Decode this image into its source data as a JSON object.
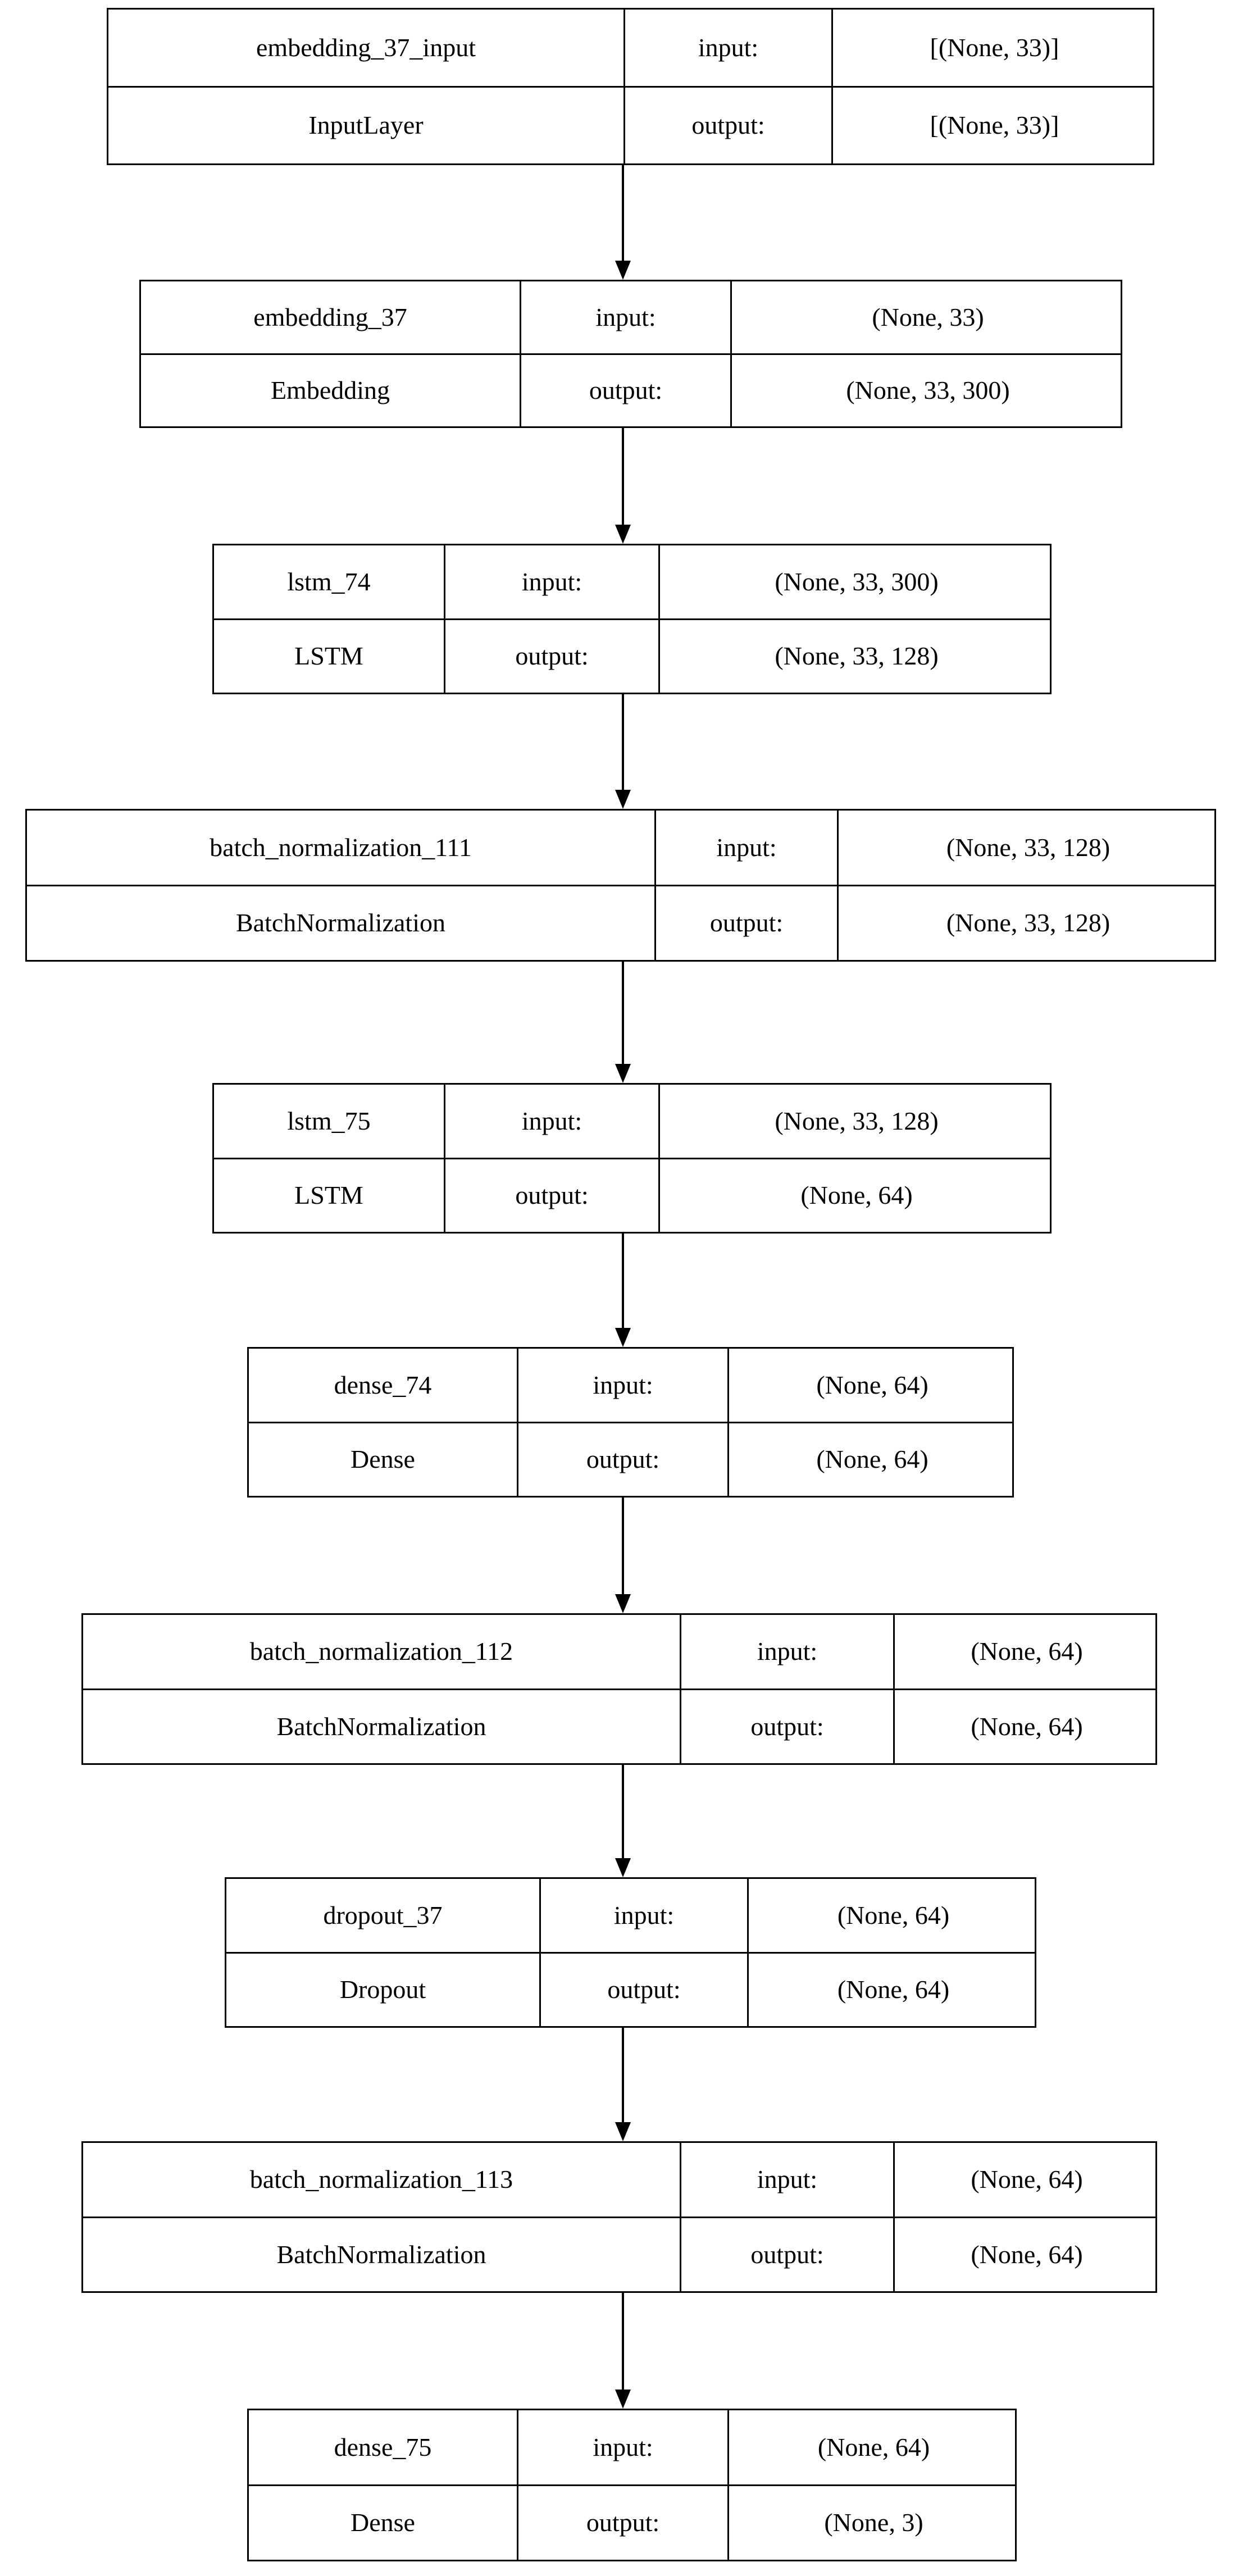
{
  "diagram": {
    "kind": "keras-model-plot",
    "row_keys": {
      "input": "input:",
      "output": "output:"
    },
    "arrow_count": 8,
    "colors": {
      "stroke": "#000000",
      "background": "#ffffff",
      "text": "#000000"
    }
  },
  "layers": [
    {
      "name": "embedding_37_input",
      "type": "InputLayer",
      "input_key": "input:",
      "output_key": "output:",
      "input_shape": "[(None, 33)]",
      "output_shape": "[(None, 33)]"
    },
    {
      "name": "embedding_37",
      "type": "Embedding",
      "input_key": "input:",
      "output_key": "output:",
      "input_shape": "(None, 33)",
      "output_shape": "(None, 33, 300)"
    },
    {
      "name": "lstm_74",
      "type": "LSTM",
      "input_key": "input:",
      "output_key": "output:",
      "input_shape": "(None, 33, 300)",
      "output_shape": "(None, 33, 128)"
    },
    {
      "name": "batch_normalization_111",
      "type": "BatchNormalization",
      "input_key": "input:",
      "output_key": "output:",
      "input_shape": "(None, 33, 128)",
      "output_shape": "(None, 33, 128)"
    },
    {
      "name": "lstm_75",
      "type": "LSTM",
      "input_key": "input:",
      "output_key": "output:",
      "input_shape": "(None, 33, 128)",
      "output_shape": "(None, 64)"
    },
    {
      "name": "dense_74",
      "type": "Dense",
      "input_key": "input:",
      "output_key": "output:",
      "input_shape": "(None, 64)",
      "output_shape": "(None, 64)"
    },
    {
      "name": "batch_normalization_112",
      "type": "BatchNormalization",
      "input_key": "input:",
      "output_key": "output:",
      "input_shape": "(None, 64)",
      "output_shape": "(None, 64)"
    },
    {
      "name": "dropout_37",
      "type": "Dropout",
      "input_key": "input:",
      "output_key": "output:",
      "input_shape": "(None, 64)",
      "output_shape": "(None, 64)"
    },
    {
      "name": "batch_normalization_113",
      "type": "BatchNormalization",
      "input_key": "input:",
      "output_key": "output:",
      "input_shape": "(None, 64)",
      "output_shape": "(None, 64)"
    },
    {
      "name": "dense_75",
      "type": "Dense",
      "input_key": "input:",
      "output_key": "output:",
      "input_shape": "(None, 64)",
      "output_shape": "(None, 3)"
    }
  ]
}
